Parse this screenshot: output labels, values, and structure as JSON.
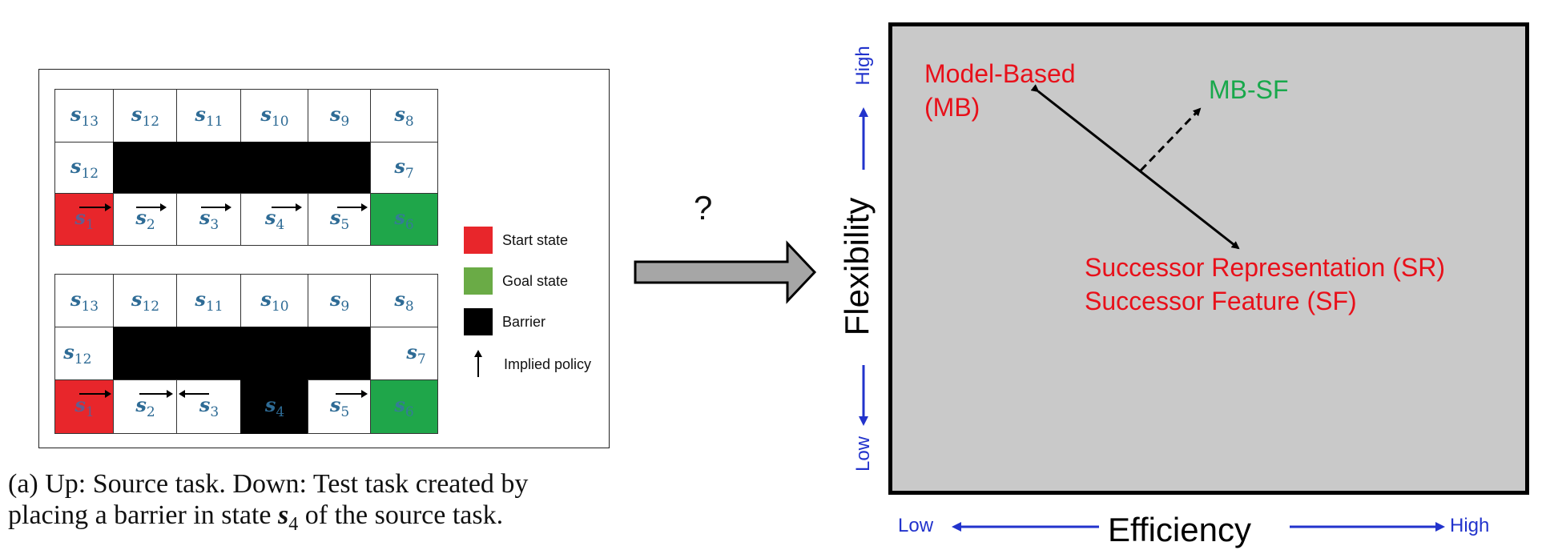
{
  "source_grid": {
    "row1": [
      "s13",
      "s12",
      "s11",
      "s10",
      "s9",
      "s8"
    ],
    "row2_left": "s12",
    "row2_right": "s7",
    "row3": [
      "s1",
      "s2",
      "s3",
      "s4",
      "s5",
      "s6"
    ]
  },
  "test_grid": {
    "row1": [
      "s13",
      "s12",
      "s11",
      "s10",
      "s9",
      "s8"
    ],
    "row2_left": "s12",
    "row2_right": "s7",
    "row3": [
      "s1",
      "s2",
      "s3",
      "s4",
      "s5",
      "s6"
    ]
  },
  "legend": [
    {
      "label": "Start state",
      "color": "#e8262b"
    },
    {
      "label": "Goal state",
      "color": "#6aab46"
    },
    {
      "label": "Barrier",
      "color": "#000000"
    },
    {
      "label": "Implied policy",
      "icon": "up-arrow-icon"
    }
  ],
  "caption": {
    "prefix": "(a) Up: Source task. Down: Test task created by",
    "line2_before": "placing a barrier in state ",
    "symbol": "s",
    "symbol_sub": "4",
    "line2_after": " of the source task."
  },
  "question_mark": "?",
  "quadrant": {
    "x_axis_title": "Efficiency",
    "y_axis_title": "Flexibility",
    "x_low": "Low",
    "x_high": "High",
    "y_low": "Low",
    "y_high": "High",
    "mb_line1": "Model-Based",
    "mb_line2": "(MB)",
    "mbsf": "MB-SF",
    "sr": "Successor Representation (SR)",
    "sf": "Successor Feature (SF)",
    "colors": {
      "red": "#e8101a",
      "green": "#18a84b",
      "axis_blue": "#2233cc",
      "panel": "#c9c9c9"
    }
  }
}
